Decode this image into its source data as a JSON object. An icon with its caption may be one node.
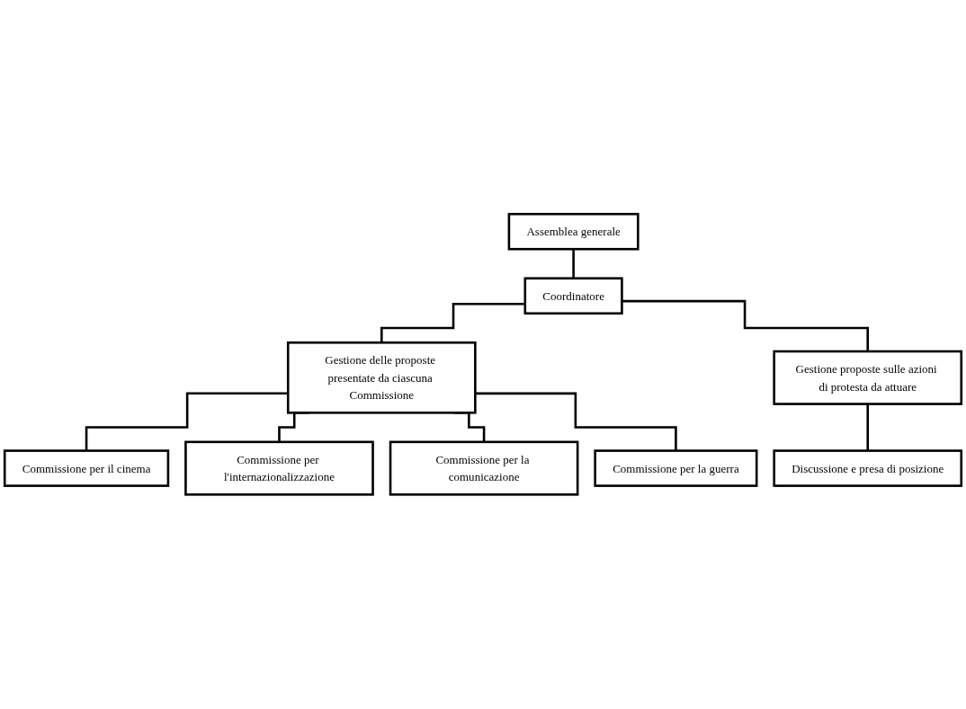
{
  "diagram": {
    "nodes": [
      {
        "text": [
          "Assemblea generale"
        ]
      },
      {
        "text": [
          "Coordinatore"
        ]
      },
      {
        "text": [
          "Gestione delle proposte presentate da ciascuna Commissione"
        ]
      },
      {
        "text": [
          "Gestione proposte sulle azioni di protesta da attuare"
        ]
      },
      {
        "text": [
          "Discussione e presa di posizione"
        ]
      },
      {
        "text": [
          "Commissione per il cinema"
        ]
      },
      {
        "text": [
          "Commissione per l'internazionalizzazione"
        ]
      },
      {
        "text": [
          "Commissione per la comunicazione"
        ]
      },
      {
        "text": [
          "Commissione per la guerra"
        ]
      }
    ],
    "edges": [
      {
        "from": 0,
        "to": 1,
        "arrow": "none"
      },
      {
        "from": 1,
        "to": 2,
        "arrow": "none"
      },
      {
        "from": 1,
        "to": 3,
        "arrow": "none"
      },
      {
        "from": 3,
        "to": 4,
        "arrow": "none"
      },
      {
        "from": 2,
        "to": 5,
        "arrow": "none"
      },
      {
        "from": 2,
        "to": 6,
        "arrow": "none"
      },
      {
        "from": 2,
        "to": 7,
        "arrow": "none"
      },
      {
        "from": 2,
        "to": 8,
        "arrow": "none"
      }
    ]
  }
}
